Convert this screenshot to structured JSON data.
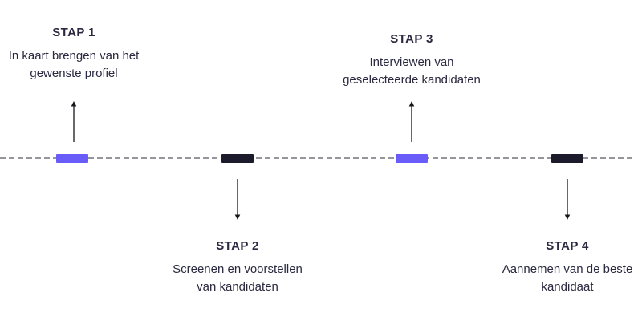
{
  "diagram": {
    "type": "timeline",
    "orientation": "horizontal",
    "language": "nl",
    "colors": {
      "marker_purple": "#6a5cf8",
      "marker_dark": "#1b1b2b",
      "dashed_line": "#95959b",
      "text": "#2a2940",
      "background": "#ffffff"
    },
    "steps": [
      {
        "title": "STAP 1",
        "line1": "In kaart brengen van het",
        "line2": "gewenste profiel",
        "label_position": "above",
        "marker_color": "#6a5cf8"
      },
      {
        "title": "STAP 2",
        "line1": "Screenen en voorstellen",
        "line2": "van kandidaten",
        "label_position": "below",
        "marker_color": "#1b1b2b"
      },
      {
        "title": "STAP 3",
        "line1": "Interviewen van",
        "line2": "geselecteerde kandidaten",
        "label_position": "above",
        "marker_color": "#6a5cf8"
      },
      {
        "title": "STAP 4",
        "line1": "Aannemen van de beste",
        "line2": "kandidaat",
        "label_position": "below",
        "marker_color": "#1b1b2b"
      }
    ]
  }
}
